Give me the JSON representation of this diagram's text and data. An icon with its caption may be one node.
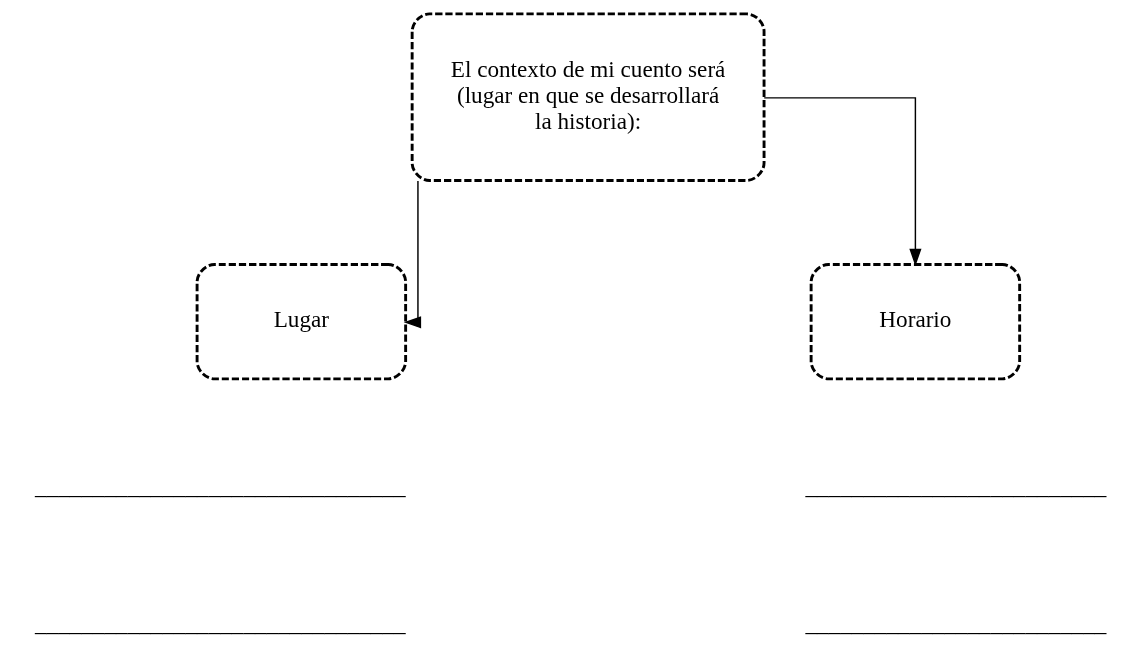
{
  "diagram": {
    "nodes": [
      {
        "text": [
          "El contexto de mi cuento será (lugar en que se desarrollará la historia):"
        ]
      },
      {
        "text": [
          "Lugar"
        ]
      },
      {
        "text": [
          "Horario"
        ]
      }
    ],
    "edges": [
      {
        "from": 0,
        "to": 1,
        "arrow": "to"
      },
      {
        "from": 0,
        "to": 2,
        "arrow": "to"
      }
    ],
    "labels": [
      "________________________________",
      "__________________________",
      "________________________________",
      "__________________________"
    ]
  }
}
